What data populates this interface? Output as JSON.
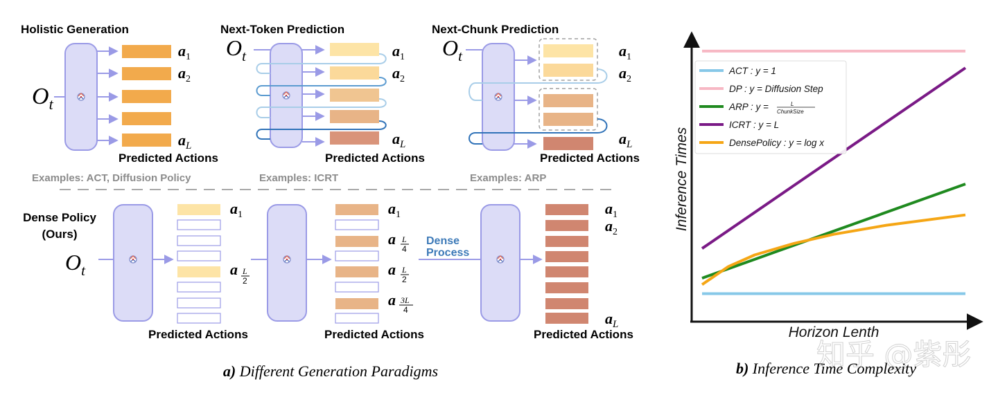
{
  "panel_a": {
    "caption_letter": "a)",
    "caption_text": " Different Generation Paradigms",
    "holistic": {
      "title": "Holistic Generation",
      "input": "O",
      "input_sub": "t",
      "action_first": "a",
      "action_first_sub": "1",
      "action_second": "a",
      "action_second_sub": "2",
      "action_last": "a",
      "action_last_sub": "L",
      "predicted_label": "Predicted Actions",
      "examples": "Examples: ACT, Diffusion Policy"
    },
    "next_token": {
      "title": "Next-Token Prediction",
      "input": "O",
      "input_sub": "t",
      "action_first": "a",
      "action_first_sub": "1",
      "action_second": "a",
      "action_second_sub": "2",
      "action_last": "a",
      "action_last_sub": "L",
      "predicted_label": "Predicted Actions",
      "examples": "Examples: ICRT"
    },
    "next_chunk": {
      "title": "Next-Chunk Prediction",
      "input": "O",
      "input_sub": "t",
      "action_first": "a",
      "action_first_sub": "1",
      "action_second": "a",
      "action_second_sub": "2",
      "action_last": "a",
      "action_last_sub": "L",
      "predicted_label": "Predicted Actions",
      "examples": "Examples: ARP"
    },
    "dense": {
      "title_line1": "Dense Policy",
      "title_line2": "(Ours)",
      "input": "O",
      "input_sub": "t",
      "stage1_predicted": "Predicted Actions",
      "stage2_predicted": "Predicted Actions",
      "stage3_predicted": "Predicted Actions",
      "dense_process_line1": "Dense",
      "dense_process_line2": "Process",
      "a_symbol": "a",
      "sub_1": "1",
      "sub_2": "2",
      "sub_L": "L",
      "frac_L": "L",
      "frac_3L": "3L",
      "den_2": "2",
      "den_4": "4"
    }
  },
  "panel_b": {
    "caption_letter": "b)",
    "caption_text": " Inference Time Complexity",
    "watermark": "知乎 @紫彤",
    "chart_data": {
      "type": "line",
      "xlabel": "Horizon Lenth",
      "ylabel": "Inference Times",
      "x_range": [
        0,
        1
      ],
      "y_range": [
        0,
        1
      ],
      "grid": false,
      "legend_position": "top-left",
      "series": [
        {
          "name": "ACT : y = 1",
          "color": "#87c8e8",
          "x": [
            0,
            1
          ],
          "y": [
            0.055,
            0.055
          ]
        },
        {
          "name": "DP : y = Diffusion Step",
          "color": "#f7b8c4",
          "x": [
            0,
            1
          ],
          "y": [
            0.995,
            0.995
          ]
        },
        {
          "name": "ARP : y = L / ChunkSize",
          "color": "#1f8a1f",
          "x": [
            0,
            1
          ],
          "y": [
            0.115,
            0.48
          ]
        },
        {
          "name": "ICRT : y = L",
          "color": "#7a1a86",
          "x": [
            0,
            1
          ],
          "y": [
            0.23,
            0.93
          ]
        },
        {
          "name": "DensePolicy : y = log x",
          "color": "#f5a615",
          "x": [
            0.0,
            0.1,
            0.2,
            0.35,
            0.5,
            0.7,
            1.0
          ],
          "y": [
            0.09,
            0.16,
            0.205,
            0.25,
            0.285,
            0.32,
            0.36
          ]
        }
      ],
      "legend_entries": [
        {
          "prefix": "ACT",
          "rest": " : y = 1"
        },
        {
          "prefix": "DP",
          "rest": " : y = Diffusion Step"
        },
        {
          "prefix": "ARP",
          "rest": " : y = "
        },
        {
          "prefix": "ICRT",
          "rest": " : y = L"
        },
        {
          "prefix": "DensePolicy",
          "rest": " : y = log x"
        }
      ],
      "arp_frac_num": "L",
      "arp_frac_den": "ChunkSize"
    }
  },
  "colors": {
    "model_fill": "#dcdcf7",
    "model_stroke": "#9a9ae6",
    "arrow": "#9a9ae6",
    "orange": "#f2aa4c",
    "light_yellow": "#fde4a6",
    "tan": "#e8b487",
    "terracotta": "#d08670",
    "dense_process_text": "#3d7ab8",
    "loop_blue": "#2f72b8"
  }
}
